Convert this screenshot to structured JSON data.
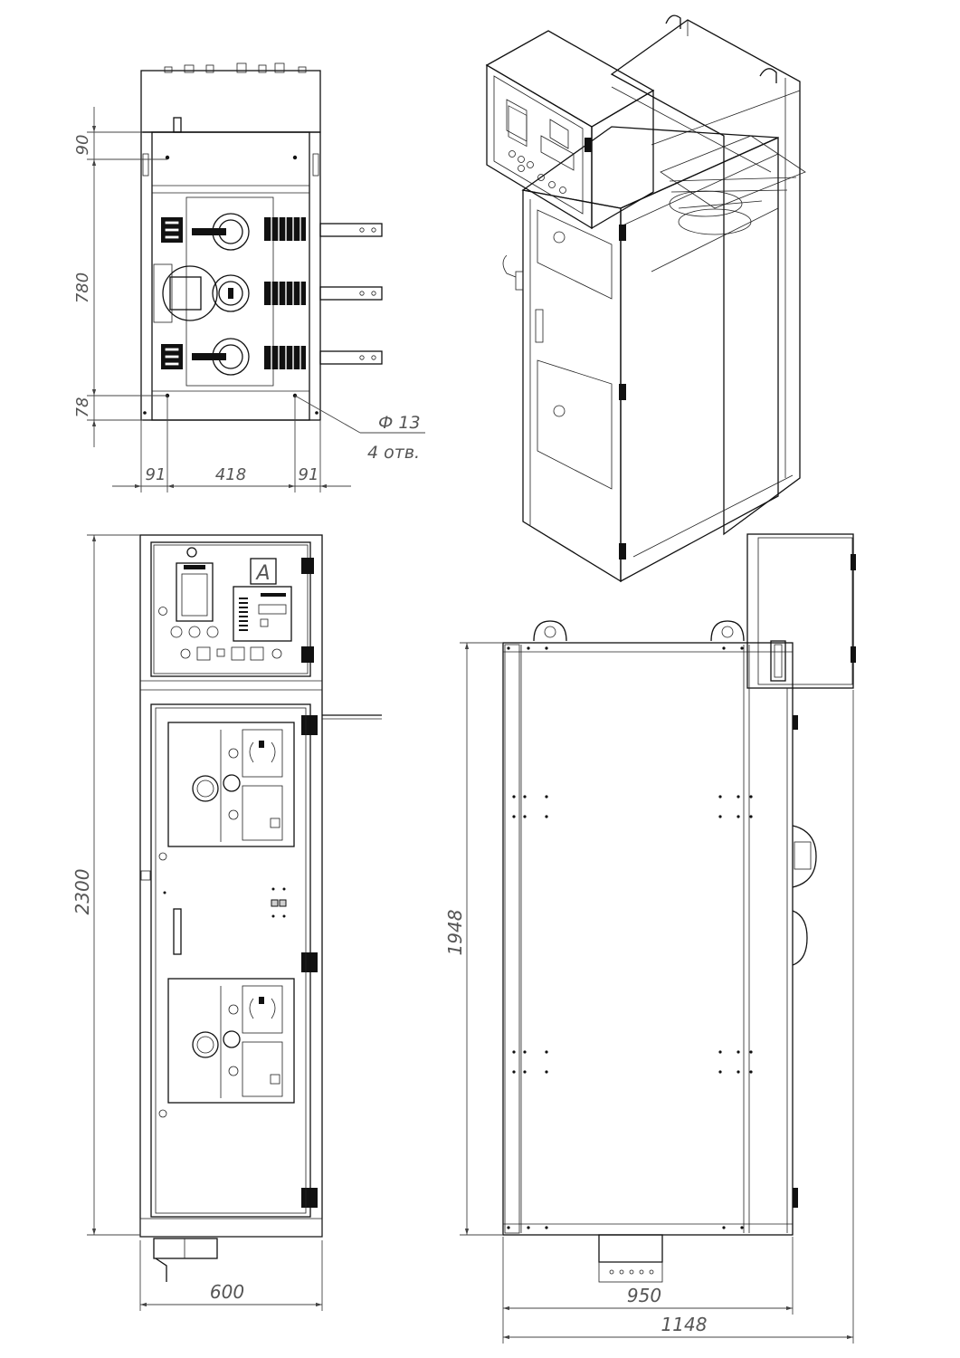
{
  "dimensions": {
    "top_h1": "90",
    "top_h2": "780",
    "top_h3": "78",
    "hole_dia": "Ф 13",
    "hole_count": "4 отв.",
    "top_w1": "91",
    "top_w2": "418",
    "top_w3": "91",
    "front_height": "2300",
    "front_width": "600",
    "side_height": "1948",
    "side_width1": "950",
    "side_width2": "1148"
  },
  "panel": {
    "letter": "A"
  }
}
